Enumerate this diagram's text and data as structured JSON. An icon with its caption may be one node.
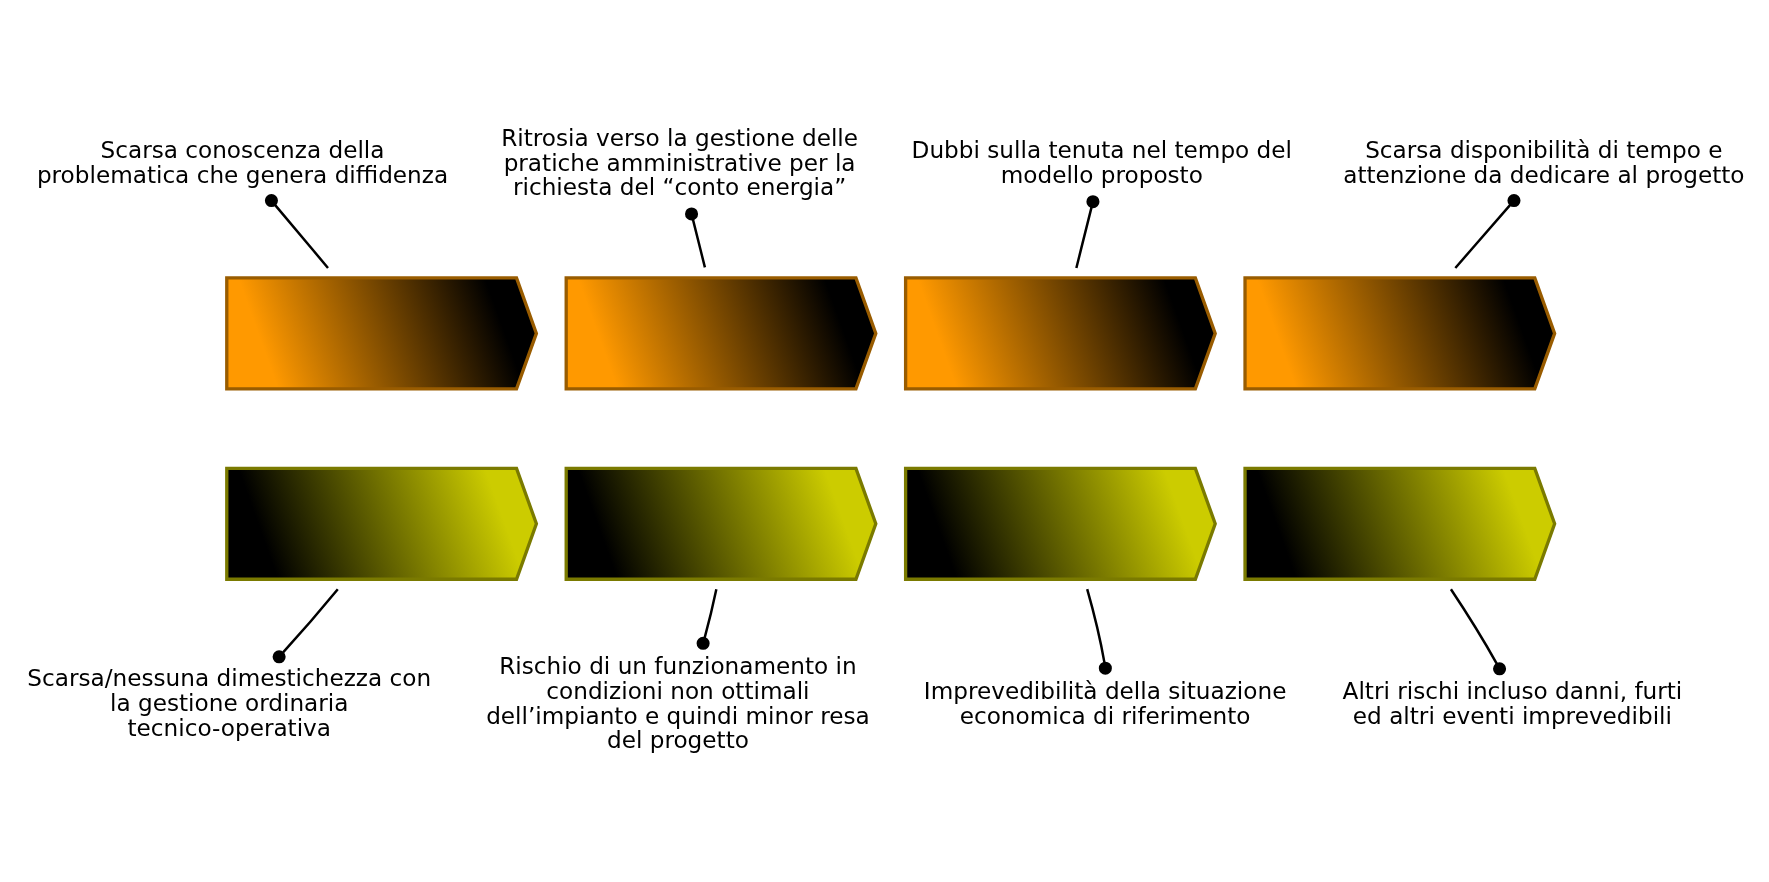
{
  "diagram": {
    "nodes": [
      {
        "text": [
          "Ritrosia verso la gestione delle pratiche amministrative per la richiesta del “conto energia”"
        ]
      },
      {
        "text": [
          "Scarsa disponibilità di tempo e attenzione da dedicare al progetto"
        ]
      },
      {
        "text": [
          "Scarsa conoscenza della problematica che genera diffidenza"
        ]
      },
      {
        "text": [
          "Dubbi sulla tenuta nel tempo del modello proposto"
        ]
      },
      {
        "text": [],
        "shape": "chevron"
      },
      {
        "text": [],
        "shape": "chevron"
      },
      {
        "text": [],
        "shape": "chevron"
      },
      {
        "text": [],
        "shape": "chevron"
      },
      {
        "text": [],
        "shape": "chevron"
      },
      {
        "text": [],
        "shape": "chevron"
      },
      {
        "text": [],
        "shape": "chevron"
      },
      {
        "text": [],
        "shape": "chevron"
      },
      {
        "text": [
          "Scarsa/nessuna dimestichezza con la gestione ordinaria tecnico-operativa"
        ]
      },
      {
        "text": [
          "Imprevedibilità della situazione economica di riferimento"
        ]
      },
      {
        "text": [
          "Rischio di un funzionamento in condizioni non ottimali dell’impianto e quindi minor resa del progetto"
        ]
      },
      {
        "text": [
          "Altri rischi incluso danni, furti ed altri eventi imprevedibili"
        ]
      }
    ],
    "edges": [
      {
        "from": 2,
        "to": 4,
        "arrow": "other"
      },
      {
        "from": 0,
        "to": 5,
        "arrow": "other"
      },
      {
        "from": 3,
        "to": 6,
        "arrow": "other"
      },
      {
        "from": 1,
        "to": 7,
        "arrow": "other"
      },
      {
        "from": 12,
        "to": 8,
        "arrow": "other"
      },
      {
        "from": 14,
        "to": 9,
        "arrow": "other"
      },
      {
        "from": 13,
        "to": 10,
        "arrow": "other"
      },
      {
        "from": 15,
        "to": 11,
        "arrow": "other"
      }
    ]
  }
}
